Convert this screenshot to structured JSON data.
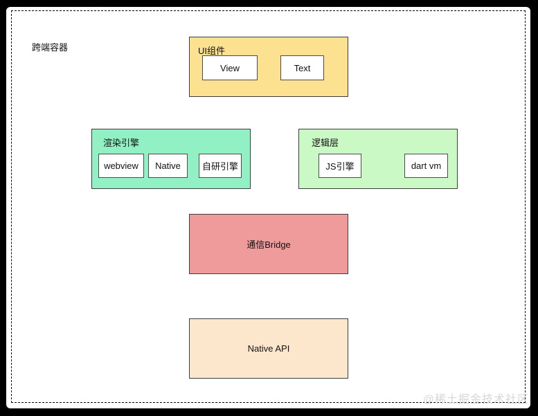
{
  "container": {
    "label": "跨端容器"
  },
  "watermark": "@稀土掘金技术社区",
  "groups": {
    "ui": {
      "label": "UI组件",
      "fill": "#fbe190",
      "nodes": [
        "View",
        "Text"
      ]
    },
    "render": {
      "label": "渲染引擎",
      "fill": "#91f0c4",
      "nodes": [
        "webview",
        "Native",
        "自研引擎"
      ]
    },
    "logic": {
      "label": "逻辑层",
      "fill": "#cbf9c5",
      "nodes": [
        "JS引擎",
        "dart vm"
      ]
    },
    "bridge": {
      "label": "通信Bridge",
      "fill": "#ef9b9b"
    },
    "native_api": {
      "label": "Native API",
      "fill": "#fce7cd"
    }
  }
}
